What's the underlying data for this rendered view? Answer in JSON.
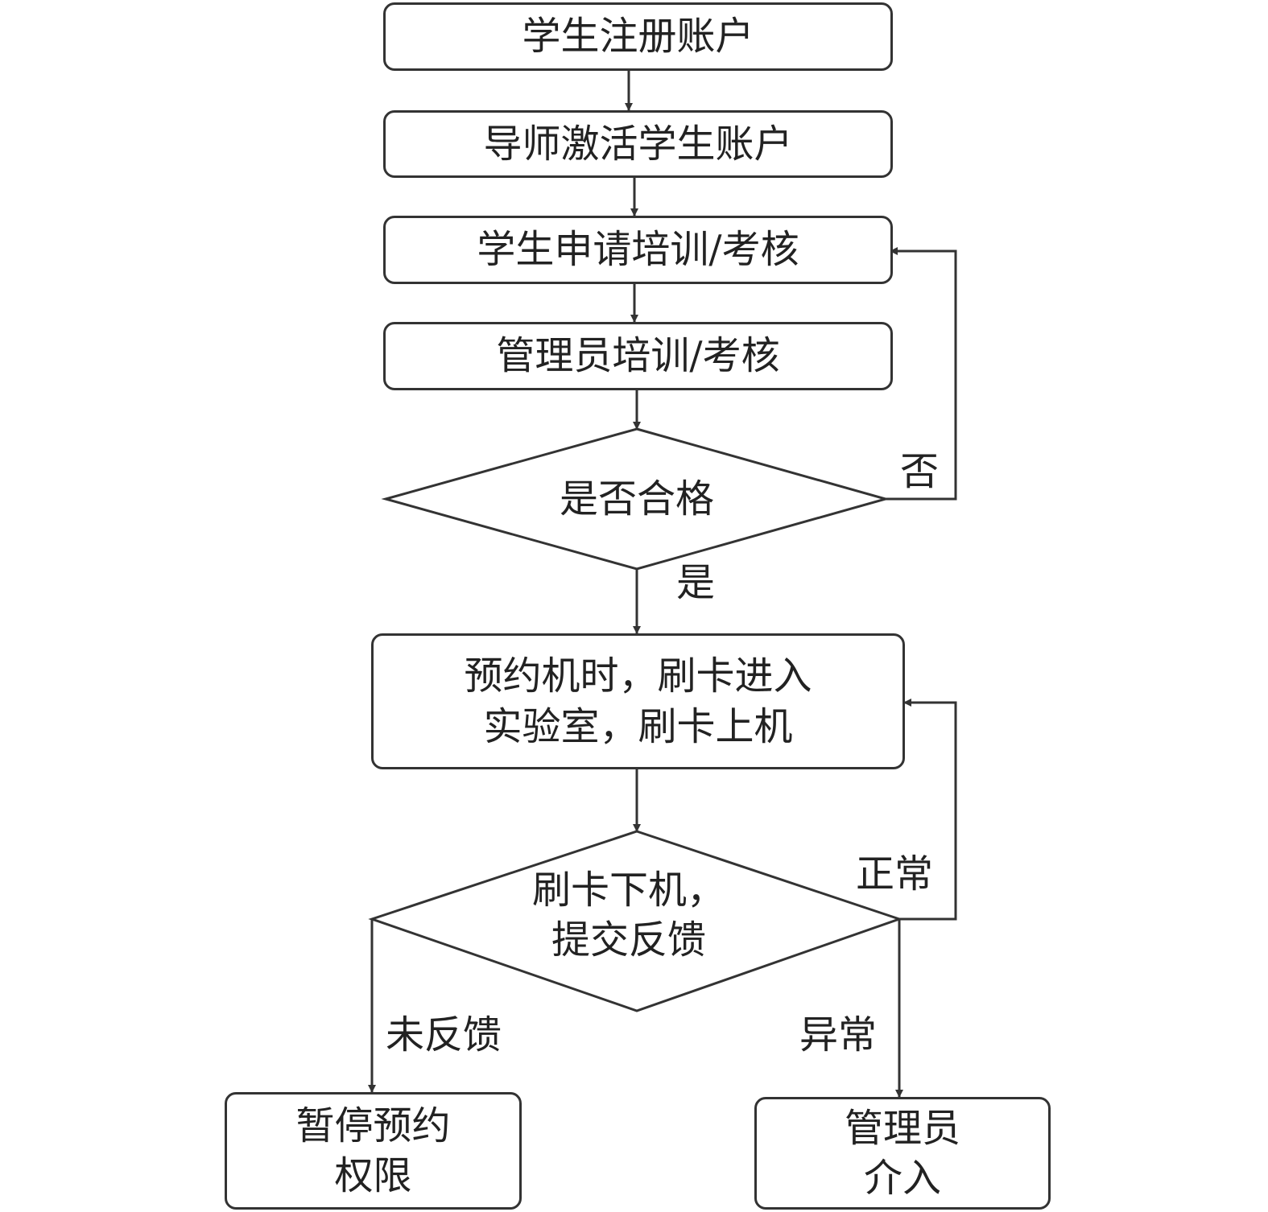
{
  "nodes": {
    "register": "学生注册账户",
    "activate": "导师激活学生账户",
    "apply": "学生申请培训/考核",
    "train": "管理员培训/考核",
    "qualified": "是否合格",
    "reserve": [
      "预约机时，刷卡进入",
      "实验室，刷卡上机"
    ],
    "feedback": [
      "刷卡下机，",
      "提交反馈"
    ],
    "suspend": [
      "暂停预约",
      "权限"
    ],
    "admin": [
      "管理员",
      "介入"
    ]
  },
  "edge_labels": {
    "no": "否",
    "yes": "是",
    "normal": "正常",
    "no_feedback": "未反馈",
    "abnormal": "异常"
  },
  "colors": {
    "stroke": "#333333",
    "text": "#222222",
    "background": "#ffffff"
  }
}
